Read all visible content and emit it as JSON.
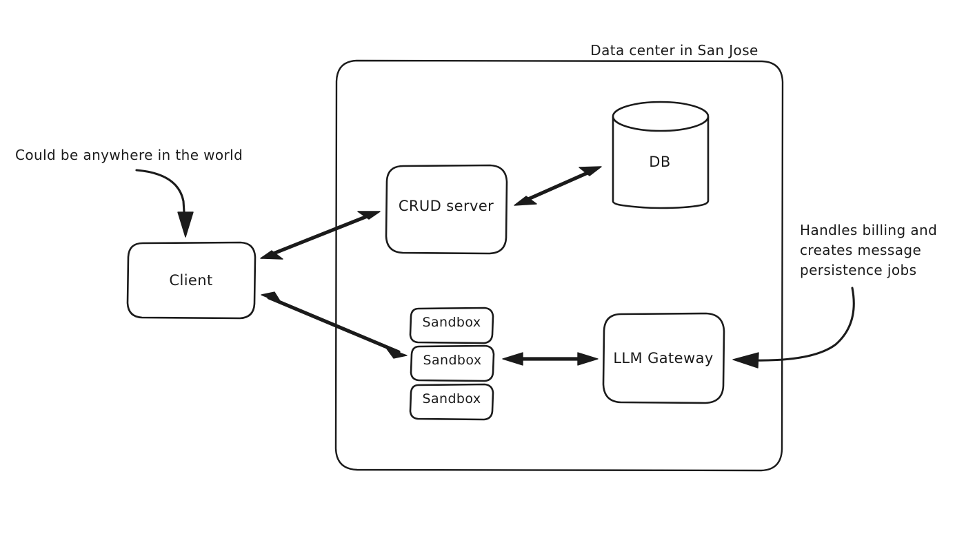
{
  "diagram": {
    "title": "Data center in San Jose",
    "background_color": "#ffffff",
    "ink_color": "#1b1b1b",
    "style": "hand-drawn architecture diagram"
  },
  "nodes": {
    "client": {
      "label": "Client",
      "shape": "rounded-rectangle"
    },
    "crud_server": {
      "label": "CRUD server",
      "shape": "rounded-rectangle"
    },
    "db": {
      "label": "DB",
      "shape": "cylinder"
    },
    "llm_gateway": {
      "label": "LLM Gateway",
      "shape": "rounded-rectangle"
    },
    "sandboxes": [
      {
        "label": "Sandbox"
      },
      {
        "label": "Sandbox"
      },
      {
        "label": "Sandbox"
      }
    ]
  },
  "annotations": {
    "client_note": "Could be anywhere in the world",
    "gateway_note": "Handles billing and\ncreates message\npersistence jobs"
  },
  "connections": [
    {
      "name": "client-crud",
      "from": "Client",
      "to": "CRUD server",
      "direction": "bidirectional"
    },
    {
      "name": "crud-db",
      "from": "CRUD server",
      "to": "DB",
      "direction": "bidirectional"
    },
    {
      "name": "client-sandbox",
      "from": "Client",
      "to": "Sandbox",
      "direction": "bidirectional"
    },
    {
      "name": "sandbox-gateway",
      "from": "Sandbox",
      "to": "LLM Gateway",
      "direction": "bidirectional"
    },
    {
      "name": "note-to-client",
      "from": "Could be anywhere in the world",
      "to": "Client",
      "direction": "one-way"
    },
    {
      "name": "note-to-gateway",
      "from": "Handles billing and creates message persistence jobs",
      "to": "LLM Gateway",
      "direction": "one-way"
    }
  ]
}
